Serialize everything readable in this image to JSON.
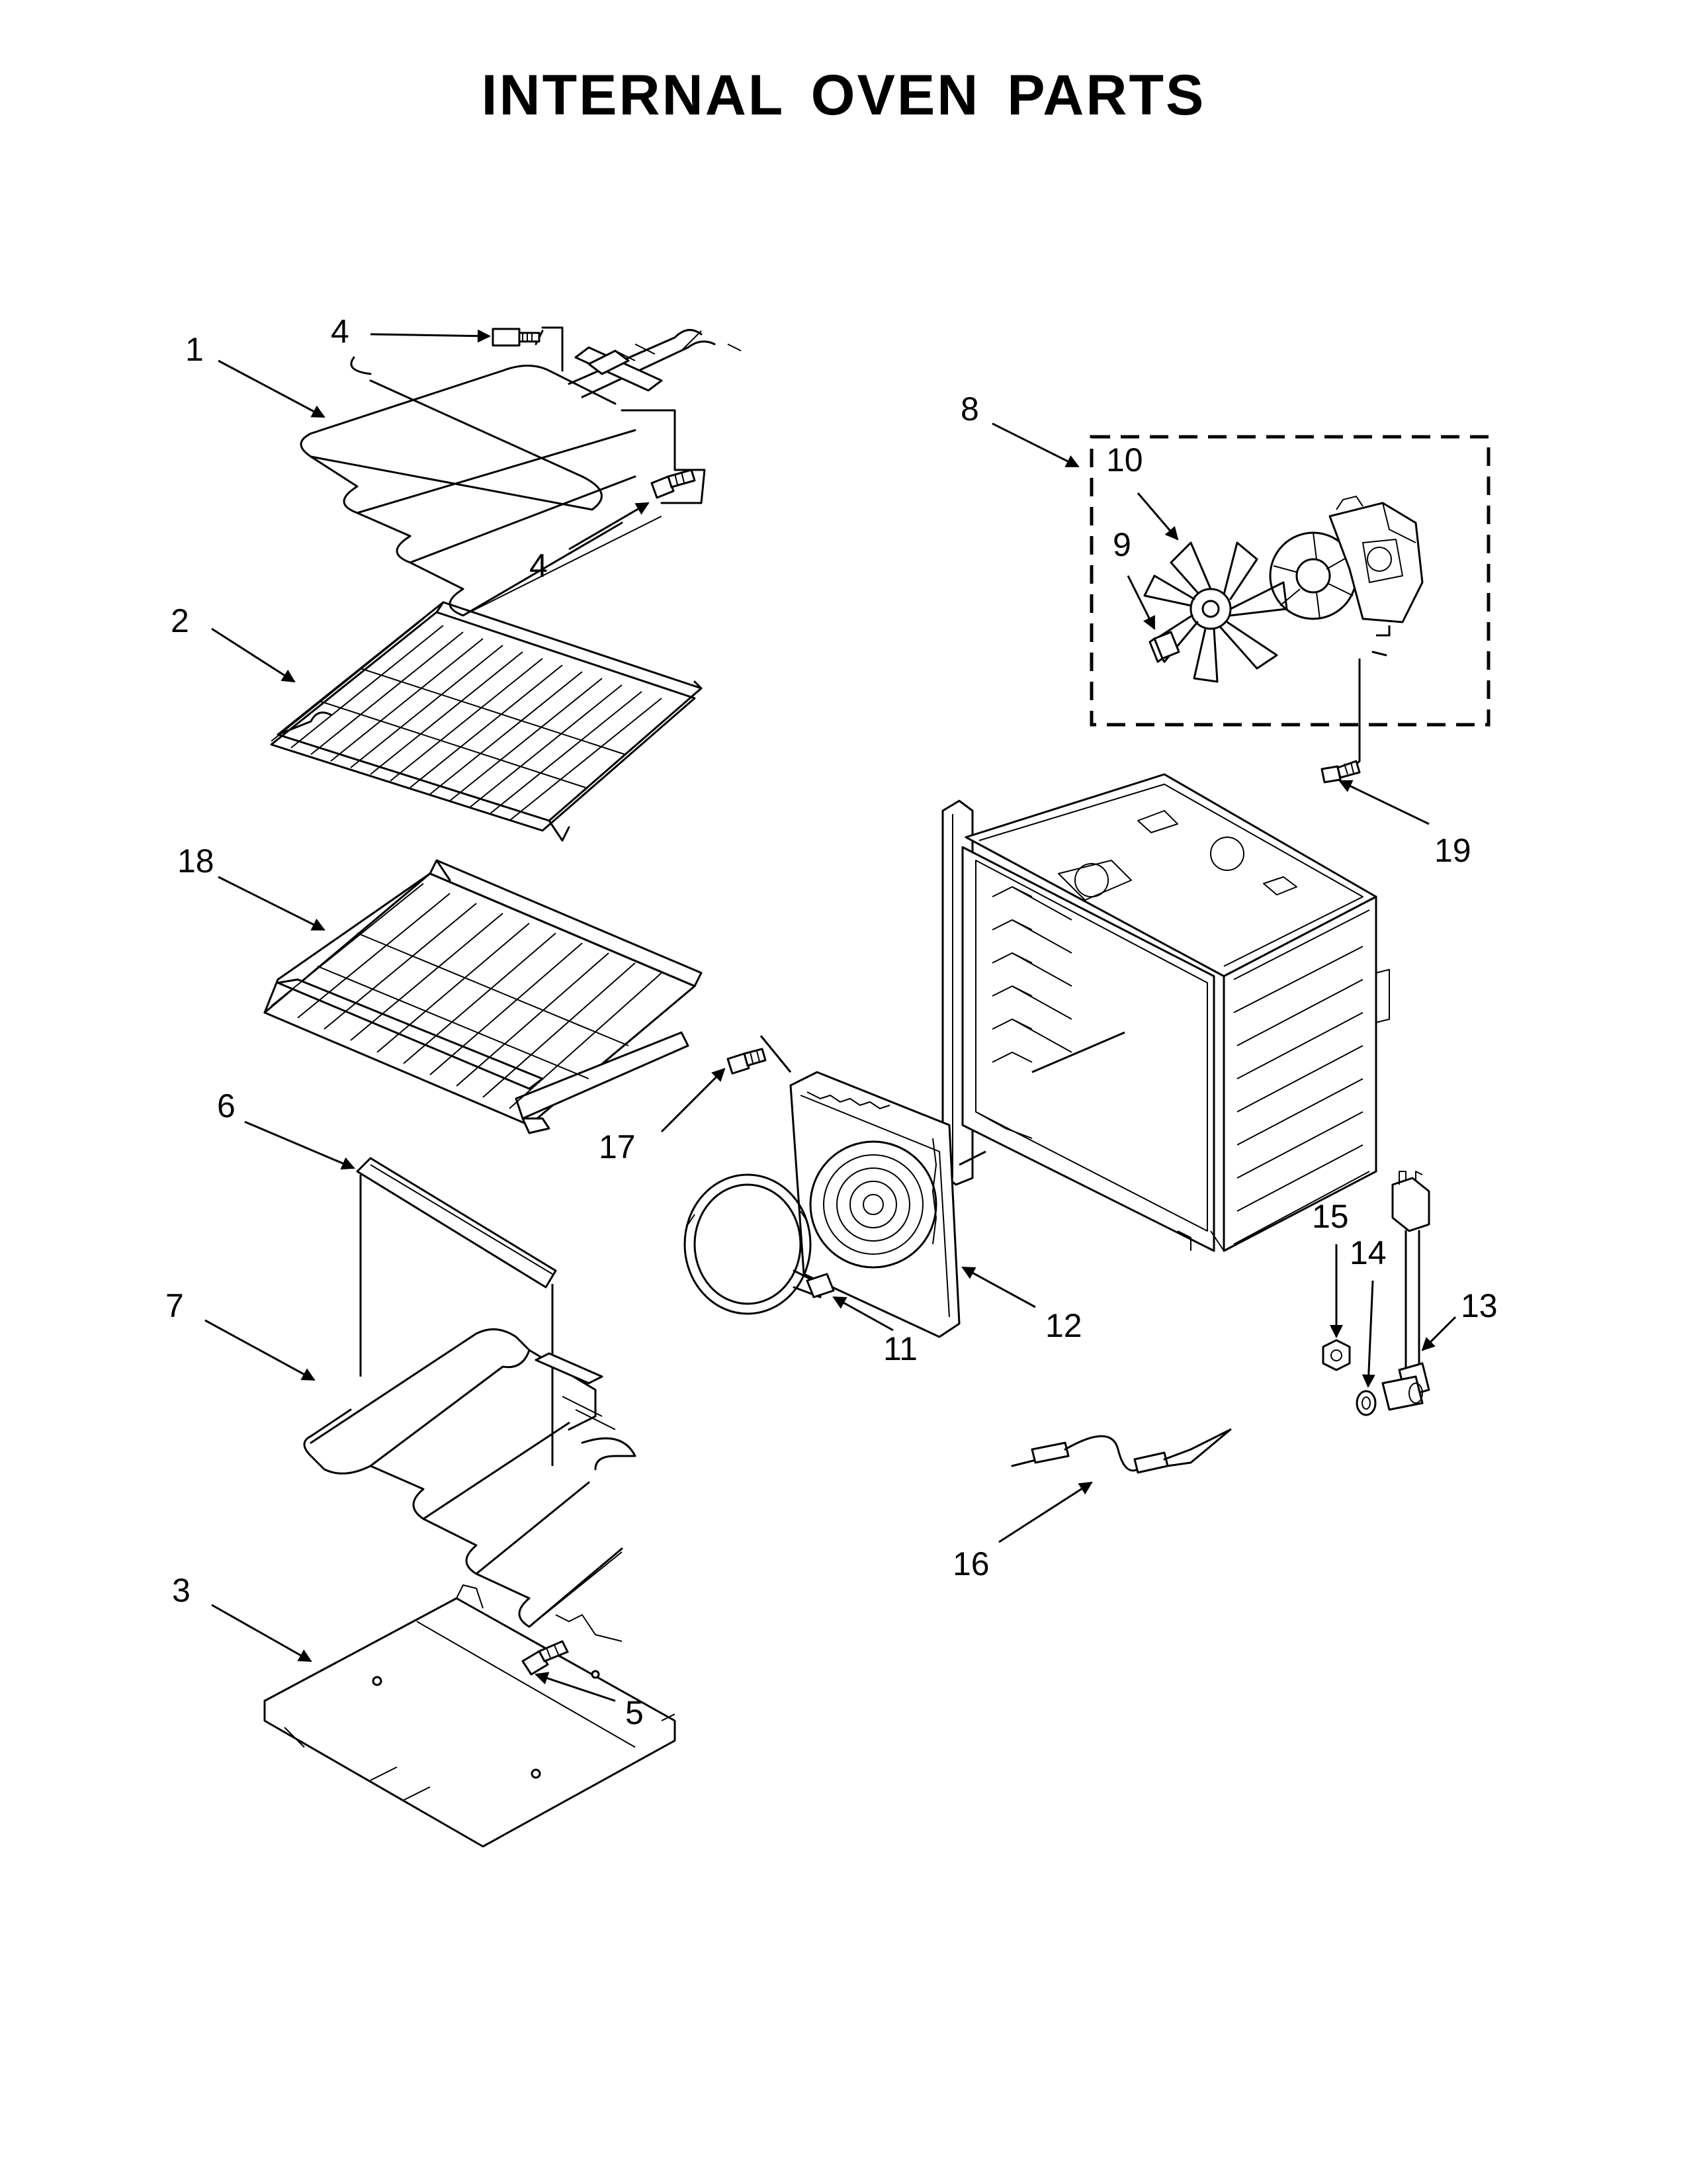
{
  "title": "INTERNAL OVEN PARTS",
  "callouts": {
    "c1": "1",
    "c2": "2",
    "c3": "3",
    "c4a": "4",
    "c4b": "4",
    "c5": "5",
    "c6": "6",
    "c7": "7",
    "c8": "8",
    "c9": "9",
    "c10": "10",
    "c11": "11",
    "c12": "12",
    "c13": "13",
    "c14": "14",
    "c15": "15",
    "c16": "16",
    "c17": "17",
    "c18": "18",
    "c19": "19"
  }
}
